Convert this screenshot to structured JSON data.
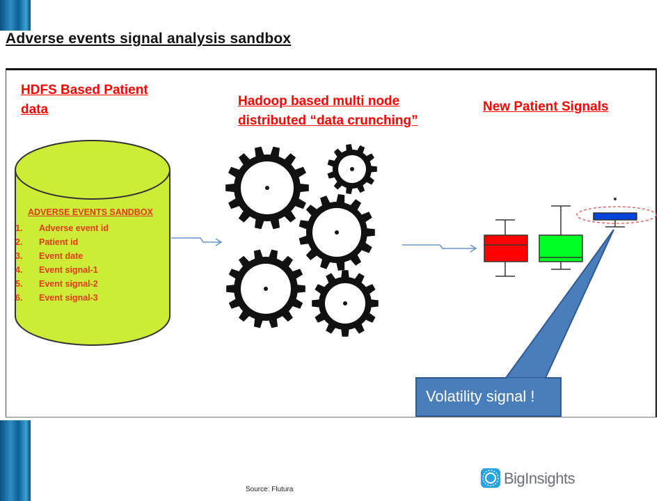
{
  "title": "Adverse events signal analysis sandbox",
  "diagram": {
    "hdfs_label": [
      "HDFS Based Patient",
      "data"
    ],
    "hadoop_label": [
      "Hadoop based  multi node",
      "distributed “data crunching”"
    ],
    "signals_label": "New Patient Signals",
    "sandbox": {
      "heading": "ADVERSE EVENTS SANDBOX",
      "items": [
        {
          "num": "1.",
          "text": "Adverse event id"
        },
        {
          "num": "2.",
          "text": "Patient id"
        },
        {
          "num": "3.",
          "text": "Event date"
        },
        {
          "num": "4.",
          "text": "Event signal-1"
        },
        {
          "num": "5.",
          "text": "Event signal-2"
        },
        {
          "num": "6.",
          "text": "Event signal-3"
        }
      ]
    },
    "callout": "Volatility signal !",
    "colors": {
      "label_red": "#ff0000",
      "cylinder_fill": "#ccec37",
      "box_red": "#ff0000",
      "box_green": "#00ff22",
      "box_blue": "#0044dd",
      "callout_blue": "#4a7ebb"
    }
  },
  "footer": {
    "source": "Source: Flutura",
    "brand": "BigInsights"
  }
}
